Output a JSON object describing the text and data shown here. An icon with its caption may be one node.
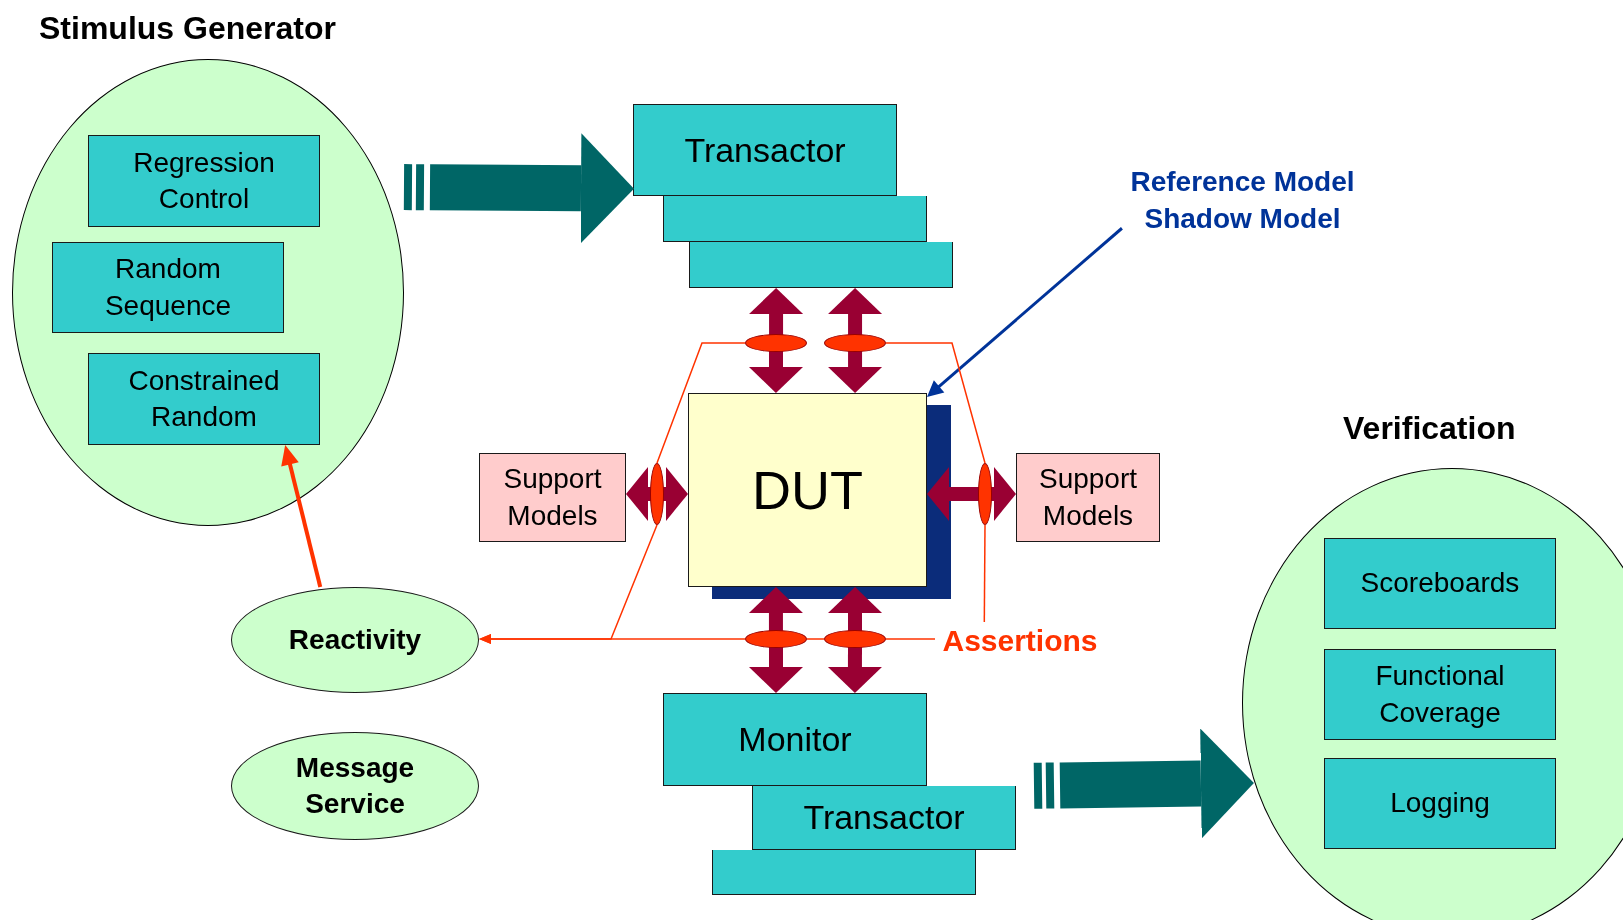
{
  "diagram": {
    "nodes": [
      {
        "text": [
          "Stimulus Generator"
        ]
      },
      {
        "text": [
          "Regression Control"
        ],
        "in": 0
      },
      {
        "text": [
          "Random Sequence"
        ],
        "in": 0
      },
      {
        "text": [
          "Constrained Random"
        ],
        "in": 0
      },
      {
        "text": [
          "Transactor"
        ]
      },
      {
        "text": [],
        "shape": "box"
      },
      {
        "text": [],
        "shape": "box"
      },
      {
        "text": [
          "DUT"
        ]
      },
      {
        "text": [
          "Support Models"
        ]
      },
      {
        "text": [
          "Support Models"
        ]
      },
      {
        "text": [
          "Reactivity"
        ]
      },
      {
        "text": [
          "Message Service"
        ]
      },
      {
        "text": [
          "Monitor"
        ]
      },
      {
        "text": [
          "Transactor"
        ]
      },
      {
        "text": [],
        "shape": "box"
      },
      {
        "text": [
          "Verification"
        ]
      },
      {
        "text": [
          "Scoreboards"
        ],
        "in": 15
      },
      {
        "text": [
          "Functional Coverage"
        ],
        "in": 15
      },
      {
        "text": [
          "Logging"
        ],
        "in": 15
      },
      {
        "text": [
          "Reference Model Shadow Model"
        ]
      },
      {
        "text": [
          "Assertions"
        ]
      },
      {
        "text": [],
        "shape": "ellipse"
      },
      {
        "text": [],
        "shape": "ellipse"
      },
      {
        "text": [],
        "shape": "ellipse"
      },
      {
        "text": [],
        "shape": "ellipse"
      },
      {
        "text": [],
        "shape": "ellipse"
      },
      {
        "text": [],
        "shape": "ellipse"
      }
    ],
    "edges": [
      {
        "from": 0,
        "to": 4,
        "arrow": "to",
        "style": "thick",
        "color": "#006666"
      },
      {
        "from": 6,
        "to": 7,
        "arrow": "both",
        "style": "thick",
        "color": "#990033"
      },
      {
        "from": 6,
        "to": 7,
        "arrow": "both",
        "style": "thick",
        "color": "#990033"
      },
      {
        "from": 8,
        "to": 7,
        "arrow": "both",
        "style": "thick",
        "color": "#990033"
      },
      {
        "from": 9,
        "to": 7,
        "arrow": "both",
        "style": "thick",
        "color": "#990033"
      },
      {
        "from": 7,
        "to": 12,
        "arrow": "both",
        "style": "thick",
        "color": "#990033"
      },
      {
        "from": 7,
        "to": 12,
        "arrow": "both",
        "style": "thick",
        "color": "#990033"
      },
      {
        "from": 13,
        "to": 15,
        "arrow": "to",
        "style": "thick",
        "color": "#006666"
      },
      {
        "from": 19,
        "to": 7,
        "arrow": "to",
        "color": "#003399"
      },
      {
        "from": 20,
        "to": 26,
        "arrow": "none",
        "color": "#ff3300"
      },
      {
        "from": 10,
        "to": 3,
        "arrow": "to",
        "color": "#ff3300"
      },
      {
        "from": 26,
        "to": 25,
        "arrow": "none",
        "color": "#ff3300"
      },
      {
        "from": 25,
        "to": 10,
        "arrow": "to",
        "color": "#ff3300"
      },
      {
        "from": 21,
        "to": 23,
        "arrow": "none",
        "color": "#ff3300"
      },
      {
        "from": 22,
        "to": 24,
        "arrow": "none",
        "color": "#ff3300"
      },
      {
        "from": 24,
        "to": 20,
        "arrow": "none",
        "color": "#ff3300"
      },
      {
        "from": 23,
        "to": 10,
        "arrow": "to",
        "color": "#ff3300"
      }
    ]
  }
}
